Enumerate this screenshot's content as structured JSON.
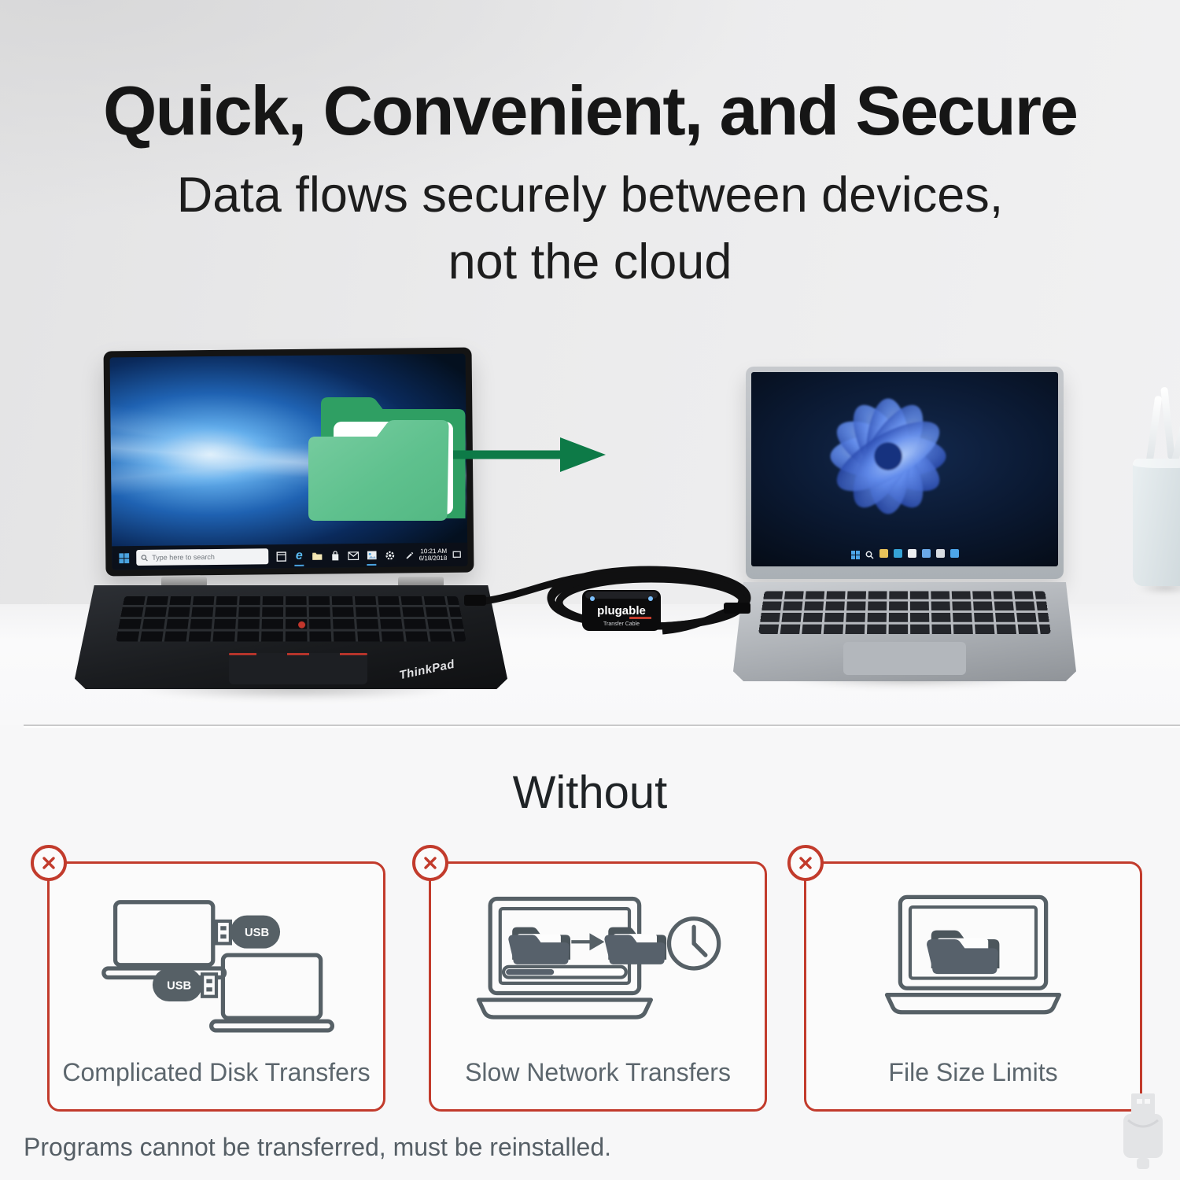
{
  "header": {
    "title": "Quick, Convenient, and Secure",
    "subtitle_line1": "Data flows securely between devices,",
    "subtitle_line2": "not the cloud"
  },
  "scene": {
    "left_laptop": {
      "brand": "ThinkPad",
      "taskbar": {
        "search_placeholder": "Type here to search",
        "edge_glyph": "e",
        "time": "10:21 AM",
        "date": "6/18/2018",
        "icons": [
          "start",
          "task-view",
          "edge",
          "file-explorer",
          "store",
          "mail",
          "photos",
          "settings",
          "pen",
          "clock",
          "notifications"
        ]
      }
    },
    "right_laptop": {
      "taskbar_icons": [
        "start",
        "search",
        "task-view",
        "file-explorer",
        "edge",
        "store",
        "photos",
        "chat"
      ]
    },
    "cable": {
      "brand": "plugable",
      "product": "Transfer Cable"
    },
    "transfer_colors": {
      "folder_back_green": "#2f9f63",
      "folder_front_green": "#5fc18e",
      "arrow_green": "#0d7a47"
    }
  },
  "without": {
    "heading": "Without",
    "usb_label": "USB",
    "cards": [
      {
        "icon": "laptops-usb-drives-icon",
        "caption": "Complicated Disk Transfers"
      },
      {
        "icon": "laptop-folders-clock-icon",
        "caption": "Slow Network Transfers"
      },
      {
        "icon": "laptop-folder-icon",
        "caption": "File Size Limits"
      }
    ],
    "footnote": "Programs cannot be transferred, must be reinstalled."
  },
  "colors": {
    "accent_red": "#c23b2c",
    "icon_gray": "#566066",
    "caption_gray": "#5c666d",
    "wall_gray": "#e9e9ea",
    "desk_white": "#f8f8f9"
  }
}
